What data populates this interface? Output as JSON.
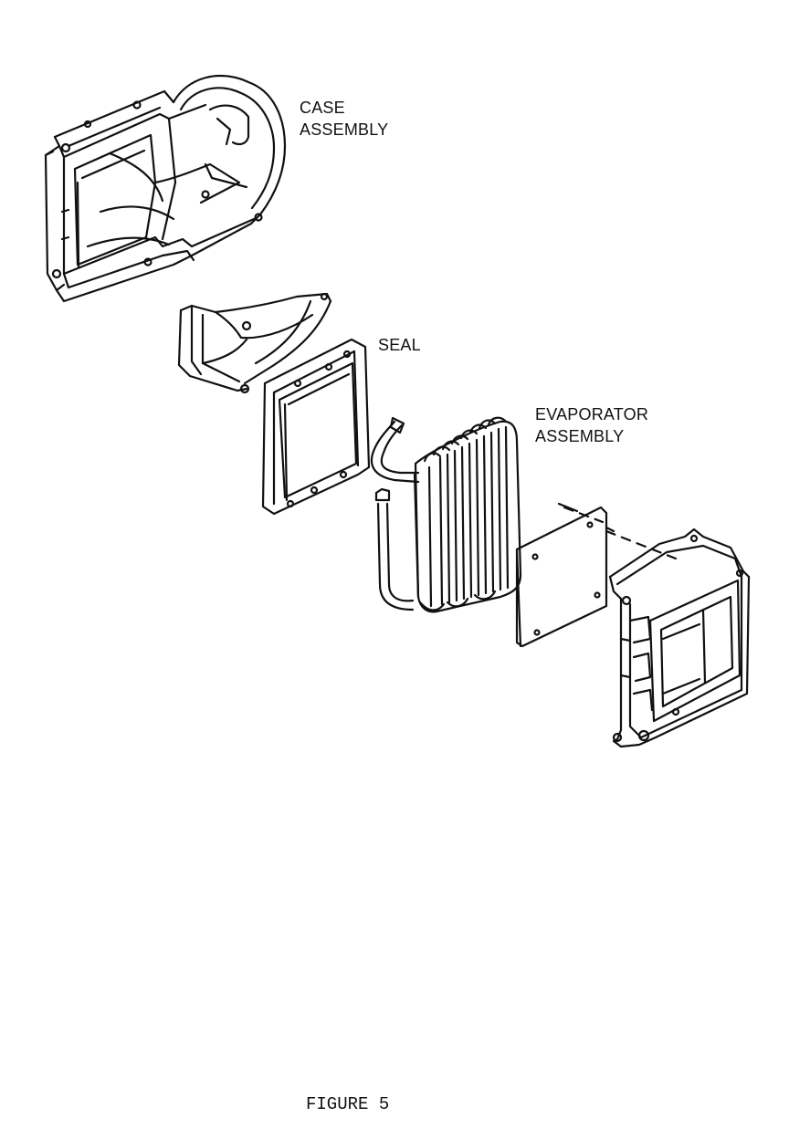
{
  "labels": {
    "case": [
      "CASE",
      "ASSEMBLY"
    ],
    "seal": "SEAL",
    "evaporator": [
      "EVAPORATOR",
      "ASSEMBLY"
    ]
  },
  "caption": "FIGURE 5",
  "colors": {
    "ink": "#111111",
    "paper": "#ffffff"
  }
}
